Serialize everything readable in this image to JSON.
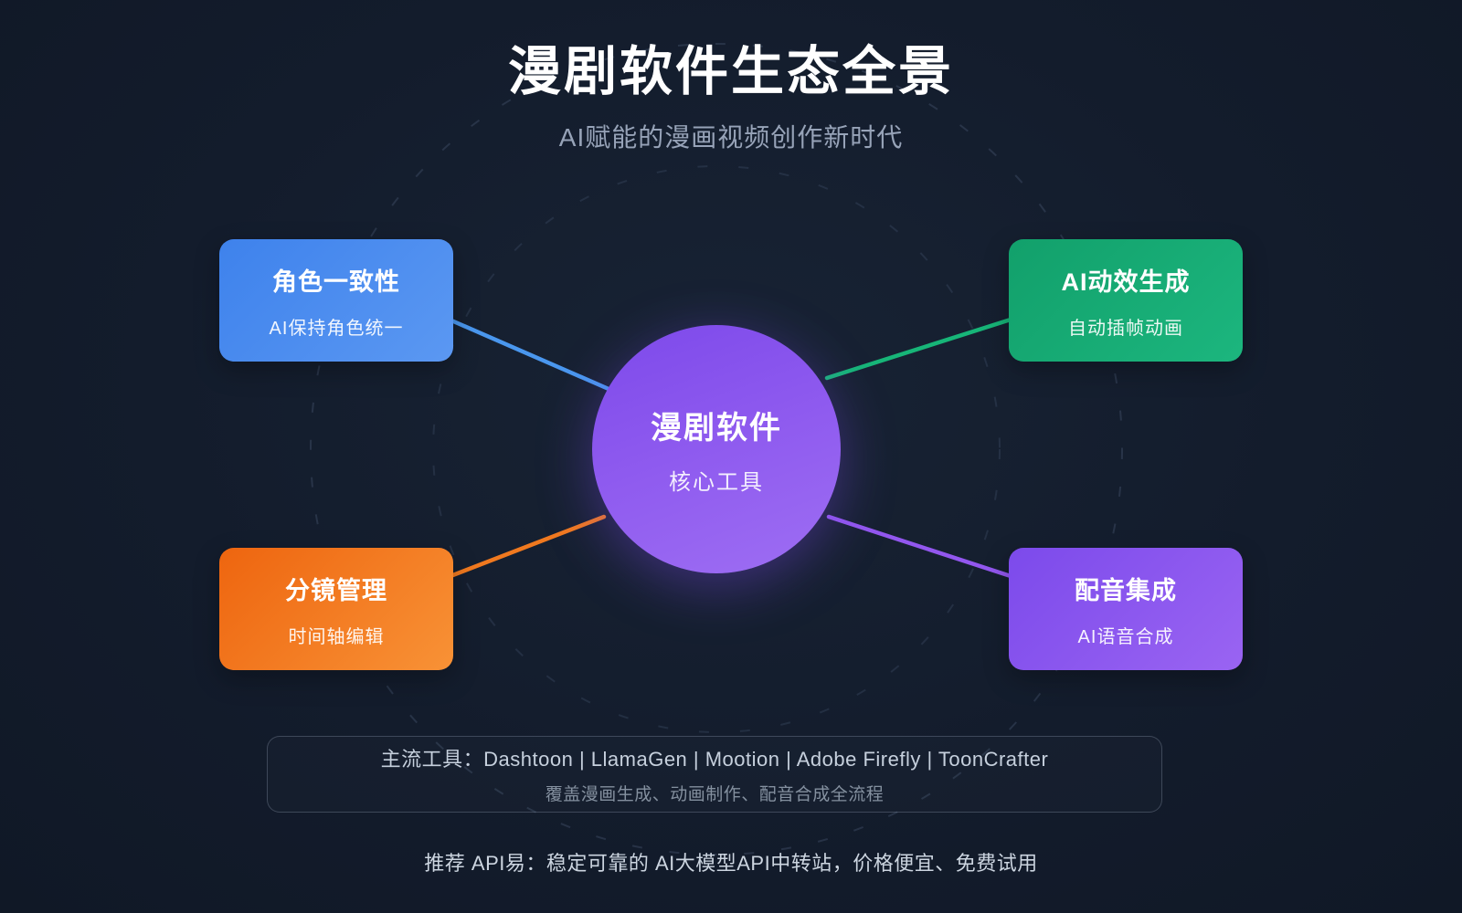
{
  "header": {
    "title": "漫剧软件生态全景",
    "subtitle": "AI赋能的漫画视频创作新时代"
  },
  "center_node": {
    "title": "漫剧软件",
    "subtitle": "核心工具"
  },
  "nodes": [
    {
      "id": "character-consistency",
      "position": "top-left",
      "title": "角色一致性",
      "subtitle": "AI保持角色统一",
      "gradient_from": "#3e82ec",
      "gradient_to": "#5b98f2",
      "connector_color": "#4a97ee"
    },
    {
      "id": "ai-motion-generation",
      "position": "top-right",
      "title": "AI动效生成",
      "subtitle": "自动插帧动画",
      "gradient_from": "#12a06b",
      "gradient_to": "#1cb67e",
      "connector_color": "#17b578"
    },
    {
      "id": "storyboard-management",
      "position": "bottom-left",
      "title": "分镜管理",
      "subtitle": "时间轴编辑",
      "gradient_from": "#ee650f",
      "gradient_to": "#f89236",
      "connector_color": "#f0791f"
    },
    {
      "id": "dubbing-integration",
      "position": "bottom-right",
      "title": "配音集成",
      "subtitle": "AI语音合成",
      "gradient_from": "#7c4aeb",
      "gradient_to": "#9a64f2",
      "connector_color": "#9257ee"
    }
  ],
  "tools_panel": {
    "line1": "主流工具：Dashtoon | LlamaGen | Mootion | Adobe Firefly | ToonCrafter",
    "line2": "覆盖漫画生成、动画制作、配音合成全流程"
  },
  "footer": {
    "note": "推荐 API易：稳定可靠的 AI大模型API中转站，价格便宜、免费试用"
  },
  "colors": {
    "background": "#131c2c",
    "center_gradient_from": "#7d49ea",
    "center_gradient_to": "#9e6ef3",
    "title_text": "#ffffff",
    "subtitle_text": "#97a3b8",
    "dashed_circle": "#4a5a74",
    "panel_border": "#55627a",
    "panel_text_primary": "#c6d0dd",
    "panel_text_secondary": "#84909f",
    "footer_text": "#ccd5e0"
  }
}
